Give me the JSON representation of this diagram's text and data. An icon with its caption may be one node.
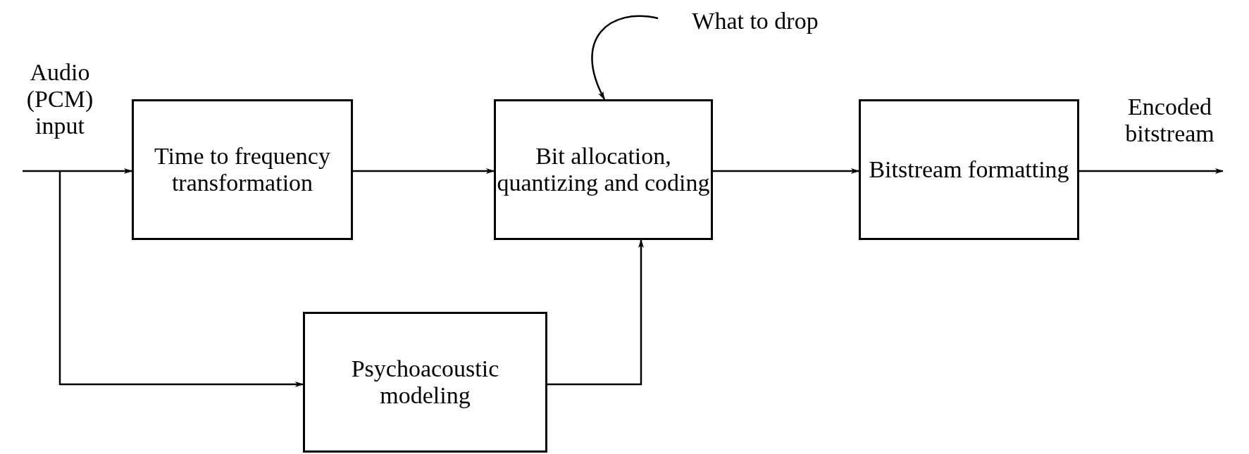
{
  "diagram": {
    "nodes": [
      {
        "text": [
          "Audio (PCM) input"
        ]
      },
      {
        "text": [
          "What to drop"
        ]
      },
      {
        "text": [
          "Time to frequency transformation"
        ]
      },
      {
        "text": [
          "Bit allocation, quantizing and coding"
        ]
      },
      {
        "text": [
          "Bitstream formatting"
        ]
      },
      {
        "text": [
          "Encoded bitstream"
        ]
      },
      {
        "text": [
          "Psychoacoustic modeling"
        ]
      }
    ],
    "edges": [
      {
        "from": 0,
        "to": 2,
        "arrow": "to"
      },
      {
        "from": 2,
        "to": 3,
        "arrow": "to"
      },
      {
        "from": 3,
        "to": 4,
        "arrow": "to"
      },
      {
        "from": 4,
        "to": 5,
        "arrow": "to"
      },
      {
        "from": 0,
        "to": 6,
        "arrow": "to"
      },
      {
        "from": 6,
        "to": 3,
        "arrow": "to"
      },
      {
        "from": 1,
        "to": 3,
        "arrow": "to"
      }
    ]
  }
}
